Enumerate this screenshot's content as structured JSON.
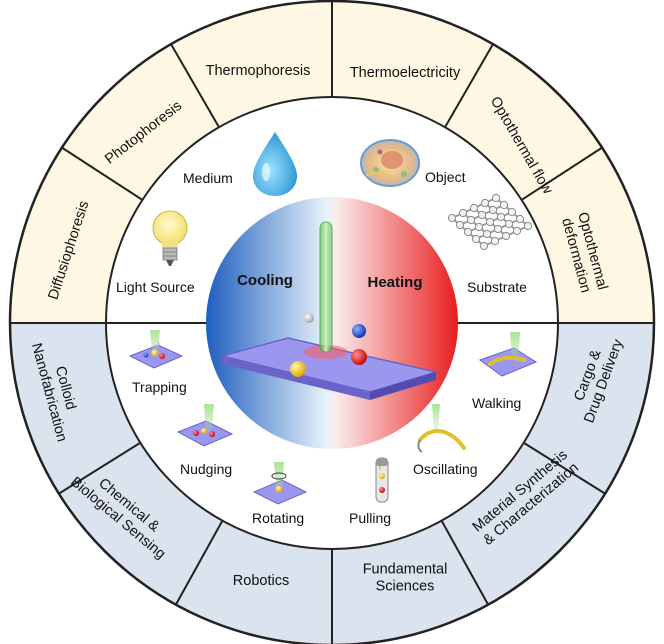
{
  "title": "",
  "outer_ring": {
    "top_segments": [
      {
        "lines": [
          "Thermophoresis"
        ]
      },
      {
        "lines": [
          "Thermoelectricity"
        ]
      },
      {
        "lines": [
          "Optothermal flow"
        ]
      },
      {
        "lines": [
          "Optothermal",
          "deformation"
        ]
      },
      {
        "lines": [
          "Diffusiophoresis"
        ]
      },
      {
        "lines": [
          "Photophoresis"
        ]
      }
    ],
    "bottom_segments": [
      {
        "lines": [
          "Cargo &",
          "Drug Delivery"
        ]
      },
      {
        "lines": [
          "Material Synthesis",
          "& Characterization"
        ]
      },
      {
        "lines": [
          "Fundamental",
          "Sciences"
        ]
      },
      {
        "lines": [
          "Robotics"
        ]
      },
      {
        "lines": [
          "Chemical &",
          "Biological Sensing"
        ]
      },
      {
        "lines": [
          "Colloid",
          "Nanofabrication"
        ]
      }
    ]
  },
  "middle_ring": {
    "top_items": [
      "Medium",
      "Object",
      "Light Source",
      "Substrate"
    ],
    "bottom_items": [
      "Trapping",
      "Walking",
      "Nudging",
      "Oscillating",
      "Rotating",
      "Pulling"
    ]
  },
  "center": {
    "left_label": "Cooling",
    "right_label": "Heating"
  },
  "colors": {
    "top_half_fill": "#fdf7e3",
    "bottom_half_fill": "#dbe3ee",
    "cooling_blue": "#2166c7",
    "heating_red": "#e82424",
    "laser_green": "#7ed957",
    "substrate_purple": "#8c86e6",
    "stroke": "#222222"
  }
}
